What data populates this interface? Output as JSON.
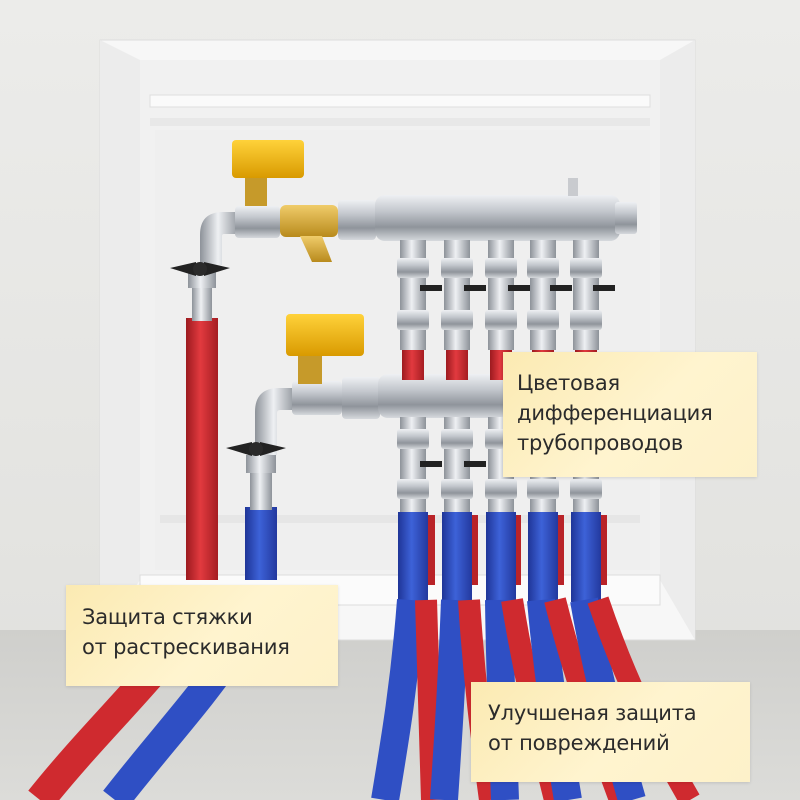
{
  "callouts": {
    "color_differentiation": {
      "lines": [
        "Цветовая",
        "дифференциация",
        "трубопроводов"
      ]
    },
    "screed_protection": {
      "lines": [
        "Защита стяжки",
        "от растрескивания"
      ]
    },
    "damage_protection": {
      "lines": [
        "Улучшеная защита",
        "от повреждений"
      ]
    }
  },
  "colors": {
    "wall": "#e9e9e7",
    "floor": "#d8d8d6",
    "cabinet": "#f6f6f6",
    "supply_pipe": "#cf2a2f",
    "return_pipe": "#2f4fc4",
    "actuator": "#f2b705",
    "manifold": "#b9bcc2",
    "callout_background": "#fdf0c6"
  },
  "icons": {
    "valve_actuator": "servo-drive-icon",
    "ball_valve": "butterfly-handle-icon",
    "manifold": "steel-manifold-icon"
  }
}
